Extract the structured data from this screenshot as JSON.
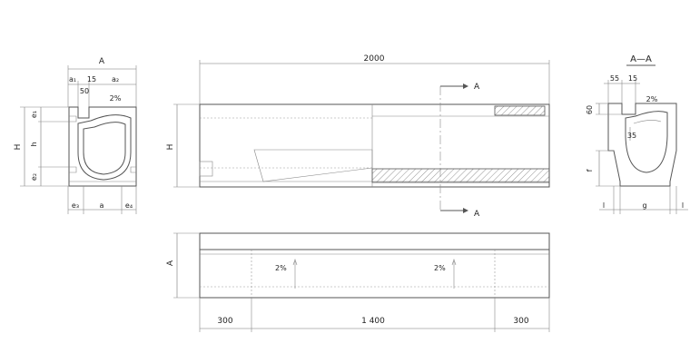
{
  "front_view": {
    "dim_width": "A",
    "dim_a1": "a₁",
    "dim_15": "15",
    "dim_a2": "a₂",
    "dim_50": "50",
    "slope": "2%",
    "dim_e1": "e₁",
    "dim_h": "h",
    "dim_e2": "e₂",
    "dim_H": "H",
    "dim_e3": "e₃",
    "dim_a": "a",
    "dim_e4": "e₄"
  },
  "side_view": {
    "dim_length": "2000",
    "dim_H": "H",
    "section_mark_top": "A",
    "section_mark_bottom": "A"
  },
  "top_view": {
    "dim_A": "A",
    "slope_left": "2%",
    "slope_right": "2%",
    "dim_300_left": "300",
    "dim_1400": "1 400",
    "dim_300_right": "300"
  },
  "section_view": {
    "title": "A—A",
    "dim_55": "55",
    "dim_15": "15",
    "slope": "2%",
    "dim_60": "60",
    "dim_35": "35",
    "dim_f": "f",
    "dim_l_left": "l",
    "dim_g": "g",
    "dim_l_right": "l"
  },
  "colors": {
    "line": "#555555",
    "hatch": "#777777",
    "text": "#222222"
  }
}
